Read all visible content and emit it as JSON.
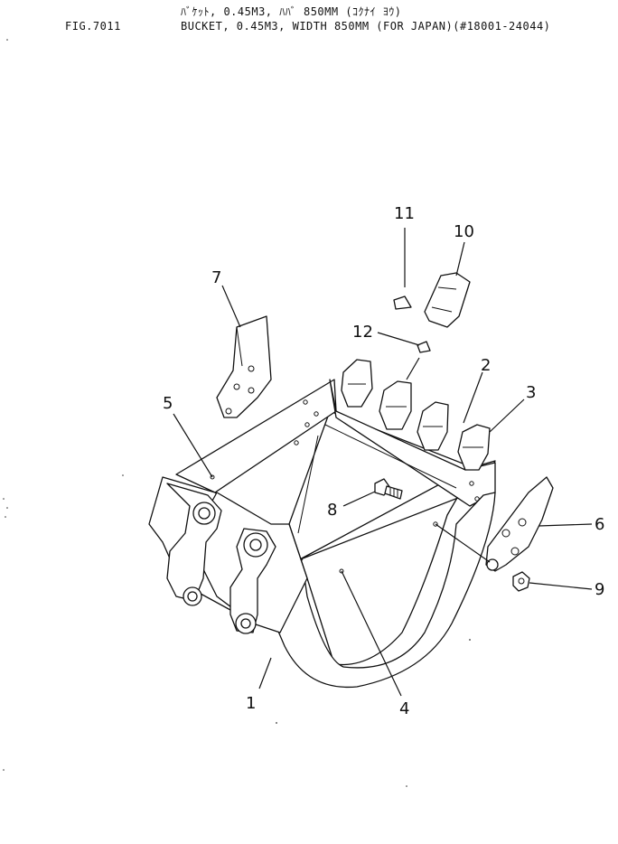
{
  "header": {
    "fig_id": "FIG.7011",
    "title_jp": "ﾊﾞｹｯﾄ, 0.45M3, ﾊﾊﾞ 850MM (ｺｸﾅｲ ﾖｳ)",
    "title_en": "BUCKET, 0.45M3, WIDTH 850MM (FOR JAPAN)(#18001-24044)"
  },
  "callouts": {
    "c1": "1",
    "c2": "2",
    "c3": "3",
    "c4": "4",
    "c5": "5",
    "c6": "6",
    "c7": "7",
    "c8": "8",
    "c9": "9",
    "c10": "10",
    "c11": "11",
    "c12": "12"
  }
}
